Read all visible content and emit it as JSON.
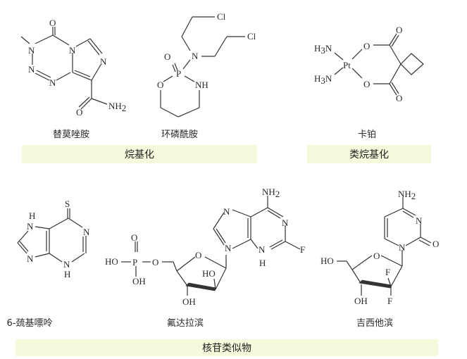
{
  "compounds": [
    {
      "id": "temozolomide",
      "name": "替莫唑胺",
      "class": "alkylating"
    },
    {
      "id": "cyclophosphamide",
      "name": "环磷酰胺",
      "class": "alkylating"
    },
    {
      "id": "carboplatin",
      "name": "卡铂",
      "class": "alkylating-like"
    },
    {
      "id": "mercaptopurine",
      "name": "6-巯基嘌呤",
      "class": "nucleoside-analog"
    },
    {
      "id": "fludarabine",
      "name": "氟达拉滨",
      "class": "nucleoside-analog"
    },
    {
      "id": "gemcitabine",
      "name": "吉西他滨",
      "class": "nucleoside-analog"
    }
  ],
  "categories": {
    "alkylating": "烷基化",
    "alkylating_like": "类烷基化",
    "nucleoside_analogs": "核苷类似物"
  },
  "atom_labels": {
    "O": "O",
    "N": "N",
    "NH": "NH",
    "NH2": "NH",
    "H3N": "H",
    "P": "P",
    "Cl": "Cl",
    "Pt": "Pt",
    "S": "S",
    "H": "H",
    "F": "F",
    "HO": "HO",
    "OH": "OH",
    "sub2": "2",
    "sub3": "3"
  },
  "colors": {
    "band_bg": "#f6f9dc",
    "ink": "#2a2a2a"
  }
}
